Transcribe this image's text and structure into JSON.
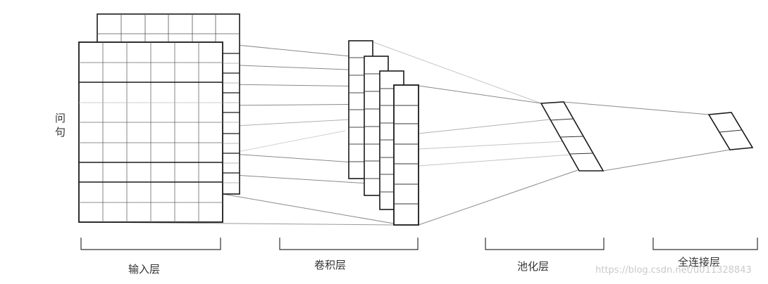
{
  "labels": {
    "question_char_1": "问",
    "question_char_2": "句",
    "input_layer": "输入层",
    "conv_layer": "卷积层",
    "pool_layer": "池化层",
    "fc_layer": "全连接层"
  },
  "watermark": "https://blog.csdn.net/u011328843",
  "colors": {
    "stroke": "#1a1a1a",
    "thin_line": "#8a8a8a",
    "faint_line": "#c4c4c4",
    "text": "#333333",
    "watermark": "#c9c9c9"
  }
}
